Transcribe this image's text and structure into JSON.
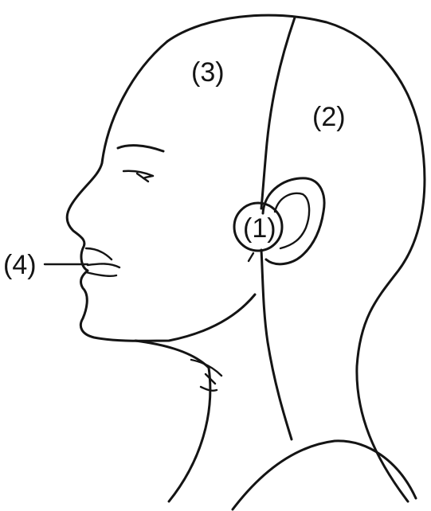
{
  "diagram": {
    "labels": [
      {
        "id": "region-1",
        "text": "(1)"
      },
      {
        "id": "region-2",
        "text": "(2)"
      },
      {
        "id": "region-3",
        "text": "(3)"
      },
      {
        "id": "region-4",
        "text": "(4)"
      }
    ],
    "line_color": "#141414",
    "background": "#ffffff"
  }
}
